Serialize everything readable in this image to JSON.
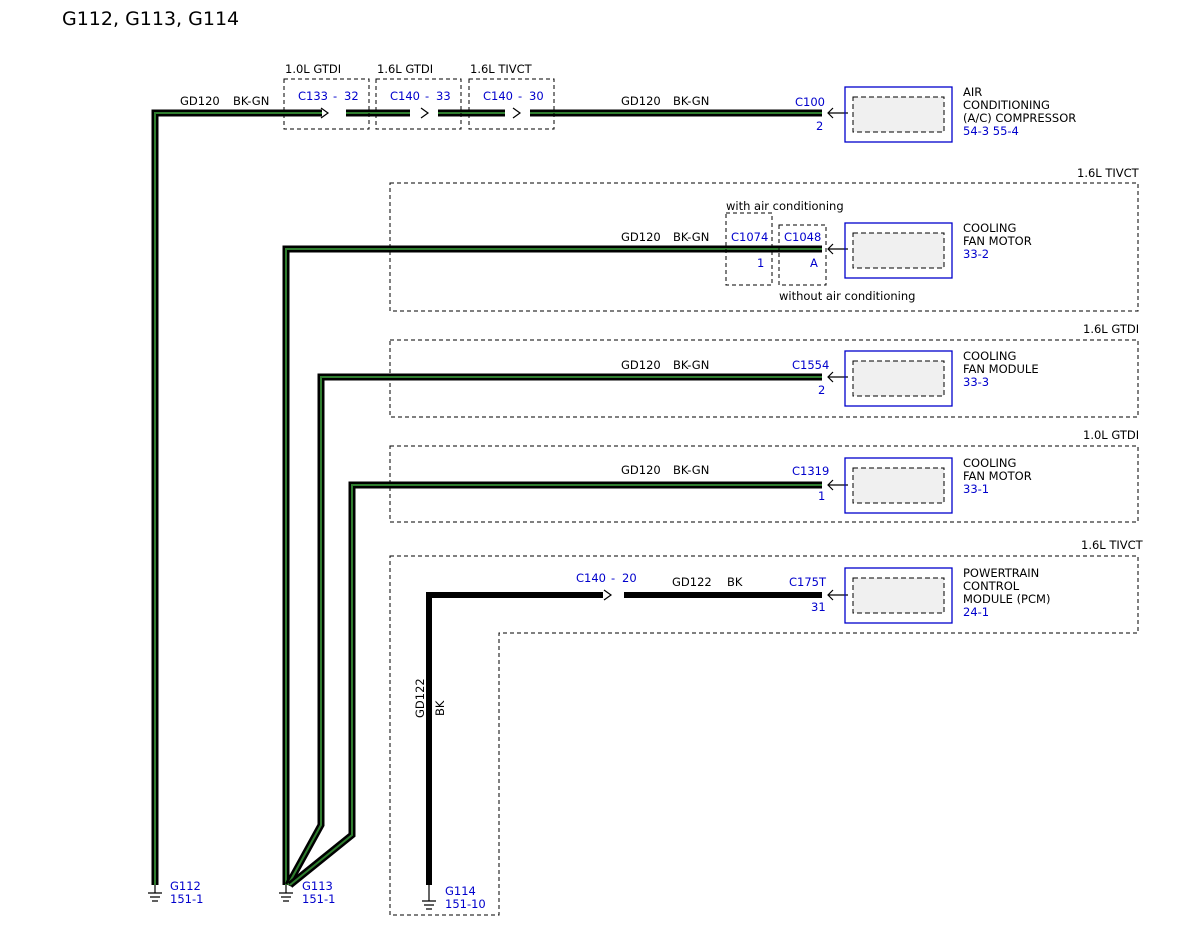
{
  "title": "G112, G113, G114",
  "inline_connectors": [
    {
      "variant": "1.0L GTDI",
      "connector": "C133",
      "pin": "32"
    },
    {
      "variant": "1.6L GTDI",
      "connector": "C140",
      "pin": "33"
    },
    {
      "variant": "1.6L TIVCT",
      "connector": "C140",
      "pin": "30"
    }
  ],
  "option_boxes": [
    {
      "label": "1.6L TIVCT"
    },
    {
      "label": "1.6L GTDI"
    },
    {
      "label": "1.0L GTDI"
    },
    {
      "label": "1.6L TIVCT"
    }
  ],
  "option_notes": {
    "with_ac": "with air conditioning",
    "without_ac": "without air conditioning",
    "c1074": "C1074",
    "c1074_pin": "1",
    "c1048": "C1048",
    "c1048_pin": "A"
  },
  "components": [
    {
      "name": [
        "AIR",
        "CONDITIONING",
        "(A/C) COMPRESSOR"
      ],
      "ref": "54-3   55-4",
      "connector": "C100",
      "pin": "2",
      "circuit": "GD120",
      "color": "BK-GN"
    },
    {
      "name": [
        "COOLING",
        "FAN MOTOR"
      ],
      "ref": "33-2",
      "connector": "",
      "pin": "",
      "circuit": "GD120",
      "color": "BK-GN"
    },
    {
      "name": [
        "COOLING",
        "FAN MODULE"
      ],
      "ref": "33-3",
      "connector": "C1554",
      "pin": "2",
      "circuit": "GD120",
      "color": "BK-GN"
    },
    {
      "name": [
        "COOLING",
        "FAN MOTOR"
      ],
      "ref": "33-1",
      "connector": "C1319",
      "pin": "1",
      "circuit": "GD120",
      "color": "BK-GN"
    },
    {
      "name": [
        "POWERTRAIN",
        "CONTROL",
        "MODULE (PCM)"
      ],
      "ref": "24-1",
      "connector": "C175T",
      "pin": "31",
      "circuit": "GD122",
      "color": "BK"
    }
  ],
  "top_wire_left": {
    "circuit": "GD120",
    "color": "BK-GN"
  },
  "pcm_inline": {
    "connector": "C140",
    "pin": "20"
  },
  "g114_wire": {
    "circuit": "GD122",
    "color": "BK"
  },
  "grounds": [
    {
      "name": "G112",
      "ref": "151-1"
    },
    {
      "name": "G113",
      "ref": "151-1"
    },
    {
      "name": "G114",
      "ref": "151-10"
    }
  ],
  "colors": {
    "wire_stripe": "#2f7d2f",
    "connector_text": "#0000cc",
    "component_outline": "#0000cc"
  }
}
